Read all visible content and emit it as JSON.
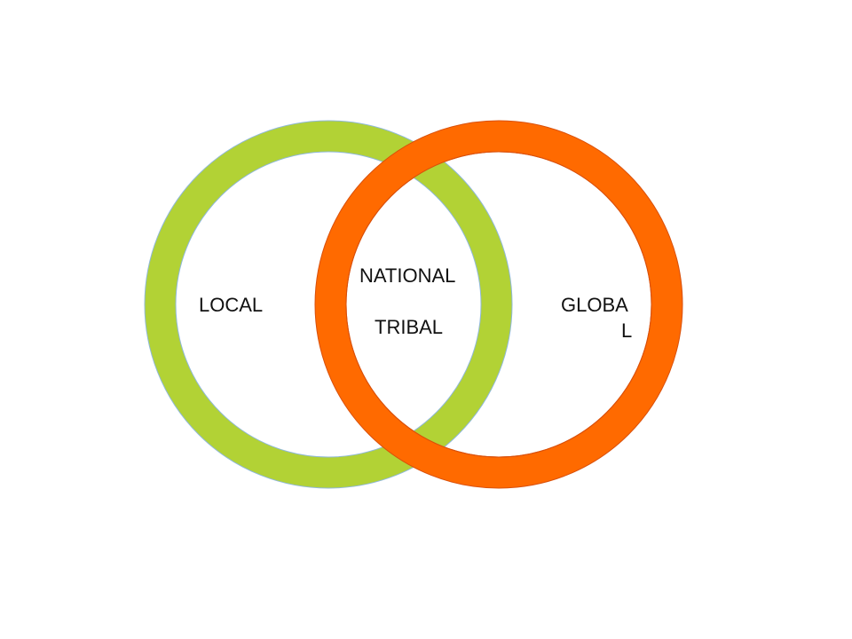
{
  "diagram": {
    "type": "venn",
    "rings": [
      {
        "name": "local",
        "color": "#b2d235",
        "edge": "#8fb8d8"
      },
      {
        "name": "global",
        "color": "#ff6a00",
        "edge": "#d9500a"
      }
    ],
    "labels": {
      "left": "LOCAL",
      "overlap_top": "NATIONAL",
      "overlap_bottom": "TRIBAL",
      "right_line1": "GLOBA",
      "right_line2": "L"
    }
  }
}
